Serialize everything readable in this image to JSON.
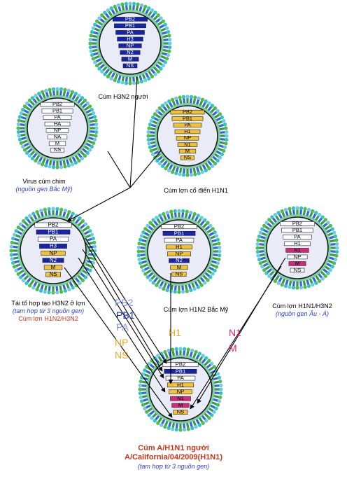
{
  "colors": {
    "dark_blue": "#1524a8",
    "yellow": "#f2c230",
    "pink": "#d2297a",
    "white_bar": "#ffffff",
    "spike_green": "#2e9e48",
    "spike_blue": "#3a63d9",
    "caption_red": "#c8361b",
    "caption_blue": "#2b3fd0"
  },
  "viruses": {
    "human_h3n2": {
      "caption": "Cúm H3N2 người",
      "segments": [
        {
          "label": "PB2",
          "color": "dark_blue"
        },
        {
          "label": "PB1",
          "color": "dark_blue"
        },
        {
          "label": "PA",
          "color": "dark_blue"
        },
        {
          "label": "H3",
          "color": "dark_blue"
        },
        {
          "label": "NP",
          "color": "dark_blue"
        },
        {
          "label": "N2",
          "color": "dark_blue"
        },
        {
          "label": "M",
          "color": "dark_blue"
        },
        {
          "label": "NS",
          "color": "dark_blue"
        }
      ]
    },
    "avian": {
      "caption": "Virus cúm chim",
      "sub": "(nguồn gen Bắc Mỹ)",
      "segments": [
        {
          "label": "PB2",
          "color": "white_bar"
        },
        {
          "label": "PB1",
          "color": "white_bar"
        },
        {
          "label": "PA",
          "color": "white_bar"
        },
        {
          "label": "HA",
          "color": "white_bar"
        },
        {
          "label": "NP",
          "color": "white_bar"
        },
        {
          "label": "NA",
          "color": "white_bar"
        },
        {
          "label": "M",
          "color": "white_bar"
        },
        {
          "label": "NS",
          "color": "white_bar"
        }
      ]
    },
    "classical_swine": {
      "caption": "Cúm lợn cổ điển H1N1",
      "segments": [
        {
          "label": "PB2",
          "color": "yellow"
        },
        {
          "label": "PB1",
          "color": "yellow"
        },
        {
          "label": "PA",
          "color": "yellow"
        },
        {
          "label": "H1",
          "color": "yellow"
        },
        {
          "label": "NP",
          "color": "yellow"
        },
        {
          "label": "N1",
          "color": "yellow"
        },
        {
          "label": "M",
          "color": "yellow"
        },
        {
          "label": "NS",
          "color": "yellow"
        }
      ]
    },
    "triple_reassortant": {
      "caption": "Tái tổ hợp tạo H3N2 ở lợn",
      "sub": "(tam hợp từ 3 nguồn gen)",
      "sub2": "Cúm lợn H1N2/H3N2",
      "segments": [
        {
          "label": "PB2",
          "color": "white_bar"
        },
        {
          "label": "PB1",
          "color": "dark_blue"
        },
        {
          "label": "PA",
          "color": "white_bar"
        },
        {
          "label": "H3",
          "color": "dark_blue"
        },
        {
          "label": "NP",
          "color": "yellow"
        },
        {
          "label": "N2",
          "color": "dark_blue"
        },
        {
          "label": "M",
          "color": "yellow"
        },
        {
          "label": "NS",
          "color": "yellow"
        }
      ]
    },
    "na_h1n2": {
      "caption": "Cúm lợn H1N2 Bắc Mỹ",
      "segments": [
        {
          "label": "PB2",
          "color": "white_bar"
        },
        {
          "label": "PB1",
          "color": "dark_blue"
        },
        {
          "label": "PA",
          "color": "white_bar"
        },
        {
          "label": "H1",
          "color": "yellow"
        },
        {
          "label": "NP",
          "color": "yellow"
        },
        {
          "label": "N2",
          "color": "dark_blue"
        },
        {
          "label": "M",
          "color": "yellow"
        },
        {
          "label": "NS",
          "color": "yellow"
        }
      ]
    },
    "eurasian": {
      "caption": "Cúm lợn H1N1/H3N2",
      "sub": "(nguồn gen Âu - Á)",
      "segments": [
        {
          "label": "PB2",
          "color": "white_bar"
        },
        {
          "label": "PB1",
          "color": "white_bar"
        },
        {
          "label": "PA",
          "color": "white_bar"
        },
        {
          "label": "H1",
          "color": "white_bar"
        },
        {
          "label": "N1",
          "color": "pink"
        },
        {
          "label": "NP",
          "color": "white_bar"
        },
        {
          "label": "M",
          "color": "pink"
        },
        {
          "label": "NS",
          "color": "white_bar"
        }
      ]
    },
    "pandemic": {
      "caption": "Cúm A/H1N1 người",
      "caption2": "A/California/04/2009(H1N1)",
      "sub": "(tam hợp từ 3 nguồn gen)",
      "segments": [
        {
          "label": "PB2",
          "color": "white_bar"
        },
        {
          "label": "PB1",
          "color": "dark_blue"
        },
        {
          "label": "PA",
          "color": "white_bar"
        },
        {
          "label": "H1",
          "color": "yellow"
        },
        {
          "label": "NP",
          "color": "yellow"
        },
        {
          "label": "N1",
          "color": "pink"
        },
        {
          "label": "M",
          "color": "pink"
        },
        {
          "label": "NS",
          "color": "yellow"
        }
      ]
    }
  },
  "flow_labels": {
    "pb2": "PB2",
    "pb1": "PB1",
    "pa": "PA",
    "np": "NP",
    "ns": "NS",
    "h1": "H1",
    "n1": "N1",
    "m": "M"
  }
}
